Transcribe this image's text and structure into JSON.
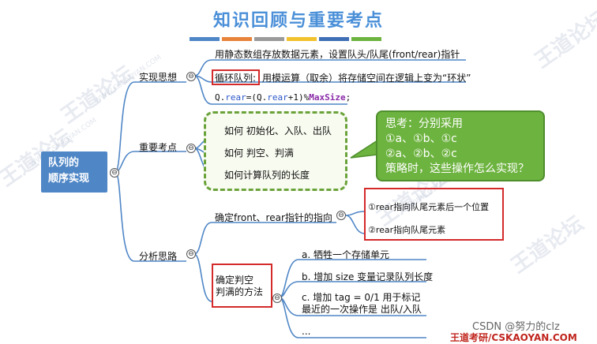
{
  "title": "知识回顾与重要考点",
  "title_bar_colors": [
    "#4f86c6",
    "#e8833a",
    "#9a9a9a",
    "#f2c12e",
    "#3f6fb5",
    "#6db33f"
  ],
  "root": "队列的\n顺序实现",
  "branch1": {
    "label": "实现思想",
    "items": [
      "用静态数组存放数据元素，设置队头/队尾(front/rear)指针",
      {
        "tag": "循环队列:",
        "text": "用模运算（取余）将存储空间在逻辑上变为“环状”"
      },
      {
        "code_a": "Q.",
        "code_b": "rear",
        "code_c": "=(Q.",
        "code_d": "rear",
        "code_e": "+1)%",
        "code_f": "MaxSize",
        "code_g": ";"
      }
    ]
  },
  "branch2": {
    "label": "重要考点",
    "items": [
      "如何 初始化、入队、出队",
      "如何 判空、判满",
      "如何计算队列的长度"
    ]
  },
  "callout": {
    "line1": "思考：分别采用",
    "line2": "①a、①b、①c",
    "line3": "②a、②b、②c",
    "line4": "策略时，这些操作怎么实现？"
  },
  "branch3": {
    "label": "分析思路",
    "sub1": {
      "label": "确定front、rear指针的指向",
      "opt1": "①rear指向队尾元素后一个位置",
      "opt2": "②rear指向队尾元素"
    },
    "sub2": {
      "label": "确定判空\n判满的方法",
      "a": "a. 牺牲一个存储单元",
      "b": "b. 增加 size 变量记录队列长度",
      "c": "c. 增加 tag = 0/1 用于标记\n最近的一次操作是 出队/入队",
      "d": "..."
    }
  },
  "collapse_symbol": "⊖",
  "watermark": {
    "brand": "王道论坛",
    "site": "WWW.CSKAOYAN.COM"
  },
  "footer": {
    "csdn": "CSDN @努力的clz",
    "cskaoyan": "王道考研/CSKAOYAN.COM"
  }
}
